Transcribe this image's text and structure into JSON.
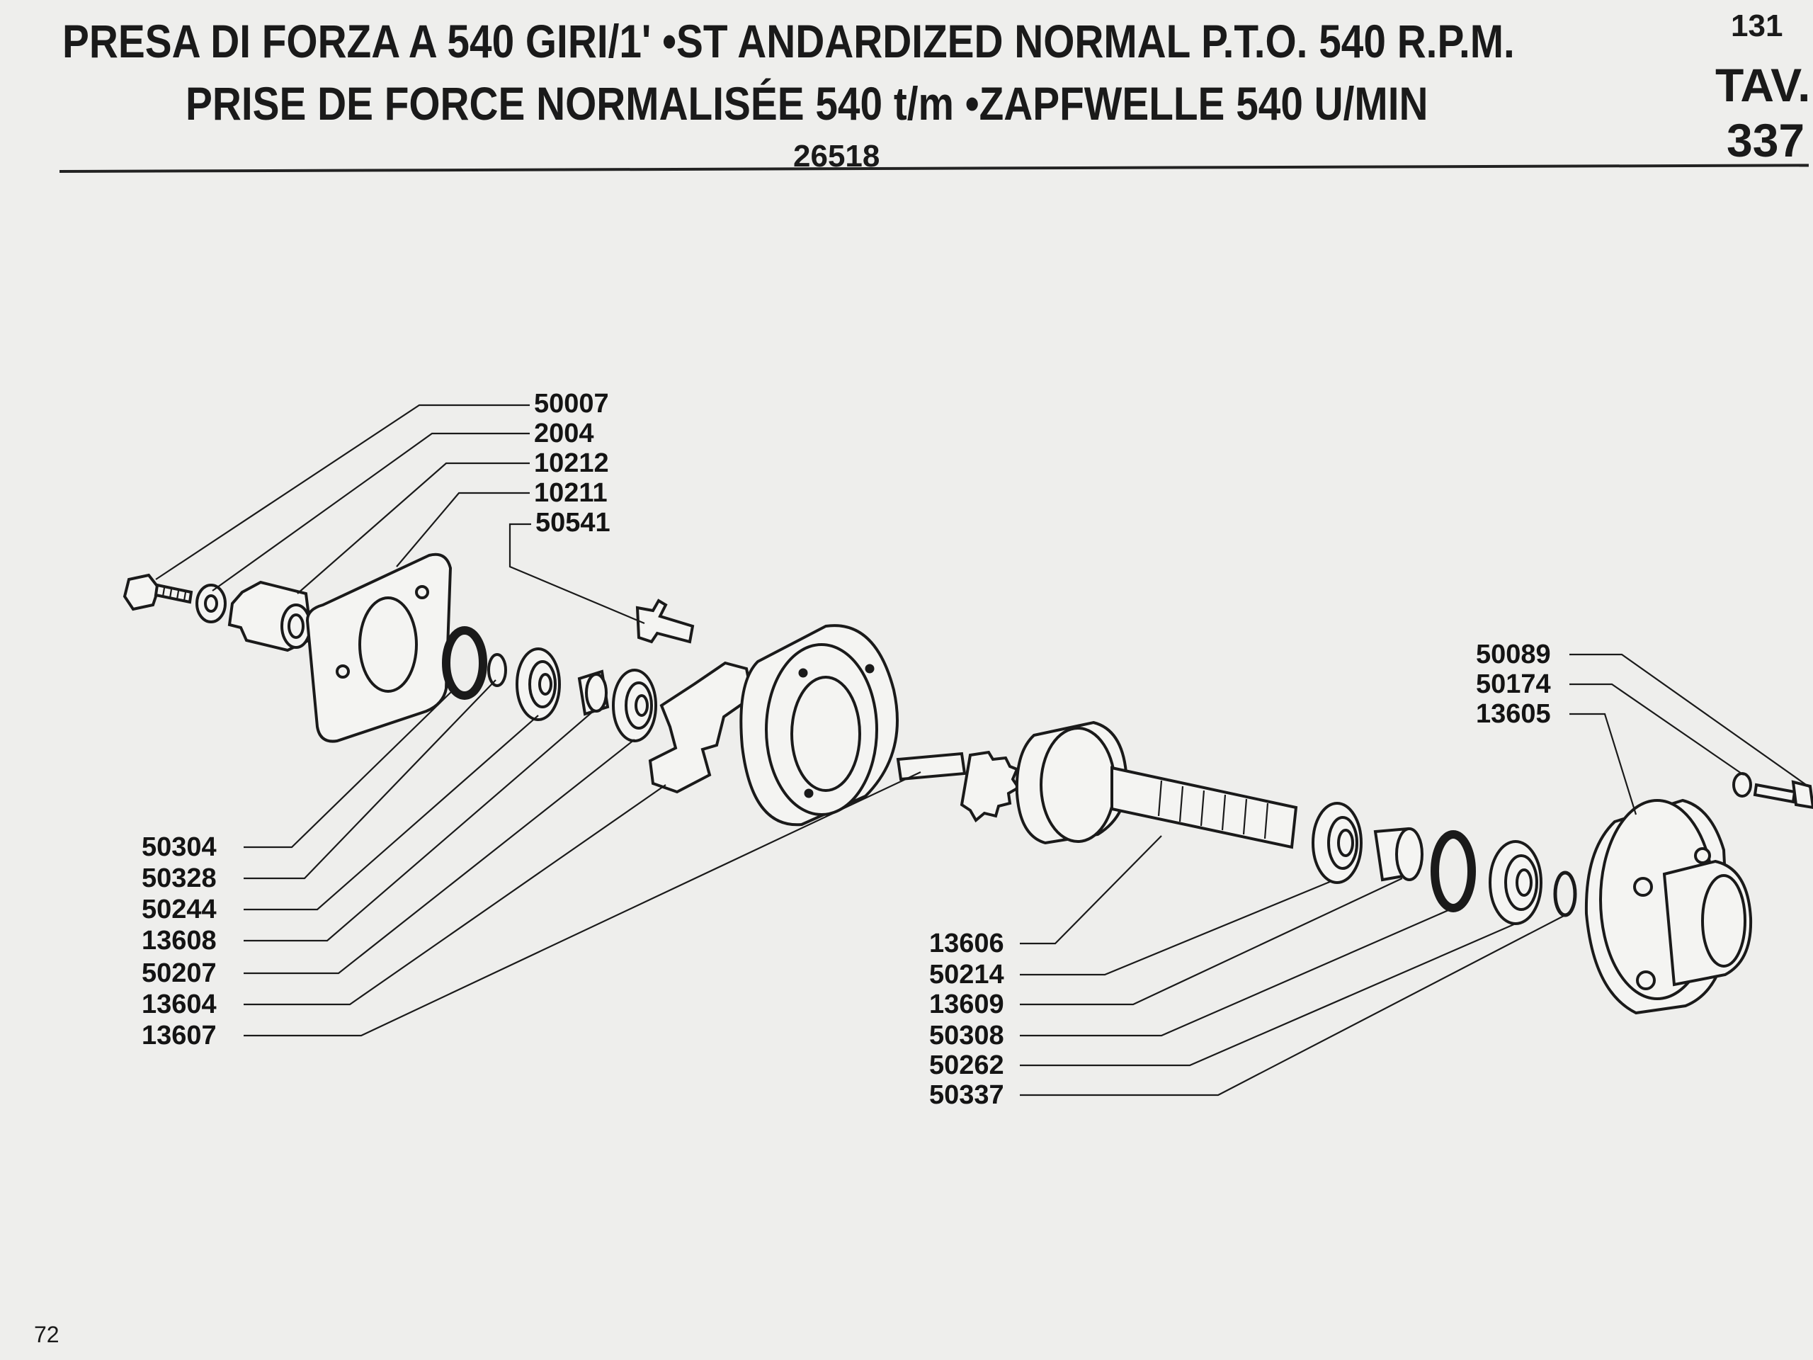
{
  "header": {
    "title_line1": "PRESA DI FORZA A 540 GIRI/1' •ST ANDARDIZED NORMAL P.T.O. 540 R.P.M.",
    "title_line2": "PRISE DE FORCE NORMALISÉE 540 t/m •ZAPFWELLE 540 U/MIN",
    "drawing_number": "26518",
    "page_top": "131",
    "tav_label": "TAV.",
    "tav_number": "337"
  },
  "footer": {
    "page_number": "72"
  },
  "labels": {
    "top_left": [
      "50007",
      "2004",
      "10212",
      "10211",
      "50541"
    ],
    "bottom_left": [
      "50304",
      "50328",
      "50244",
      "13608",
      "50207",
      "13604",
      "13607"
    ],
    "bottom_right": [
      "13606",
      "50214",
      "13609",
      "50308",
      "50262",
      "50337"
    ],
    "right_upper": [
      "50089",
      "50174",
      "13605"
    ]
  }
}
